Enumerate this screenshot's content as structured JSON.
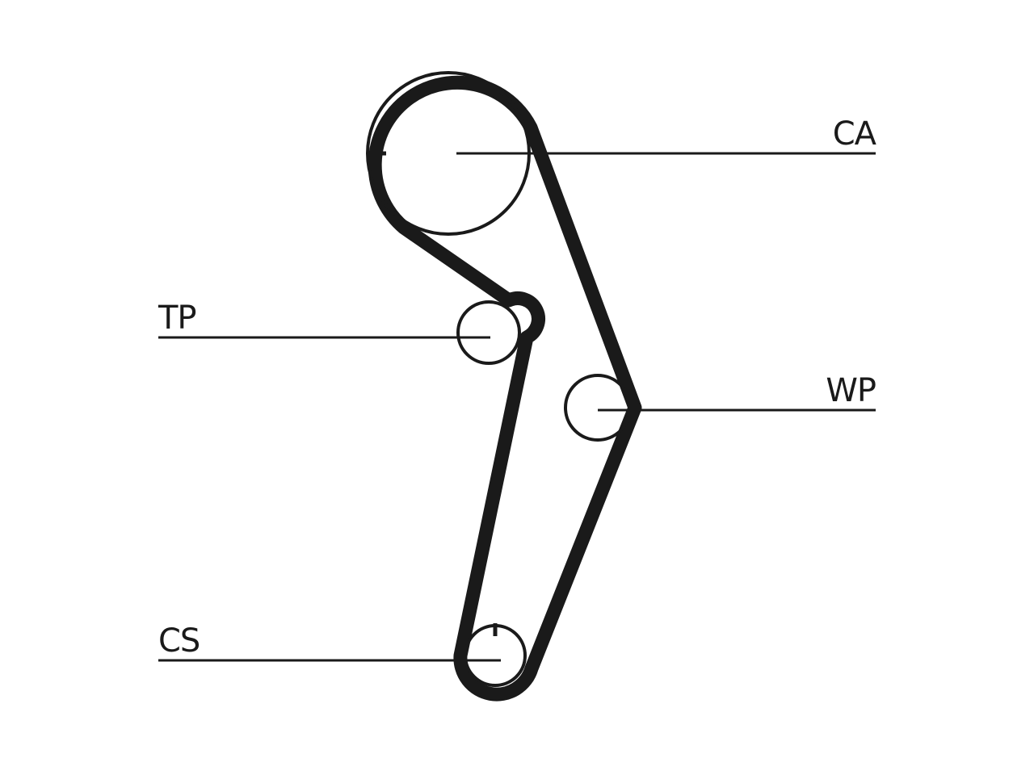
{
  "diagram": {
    "labels": {
      "camshaft": "CA",
      "tensioner": "TP",
      "water_pump": "WP",
      "crankshaft": "CS"
    },
    "colors": {
      "line": "#1a1a1a",
      "background": "#ffffff"
    }
  }
}
